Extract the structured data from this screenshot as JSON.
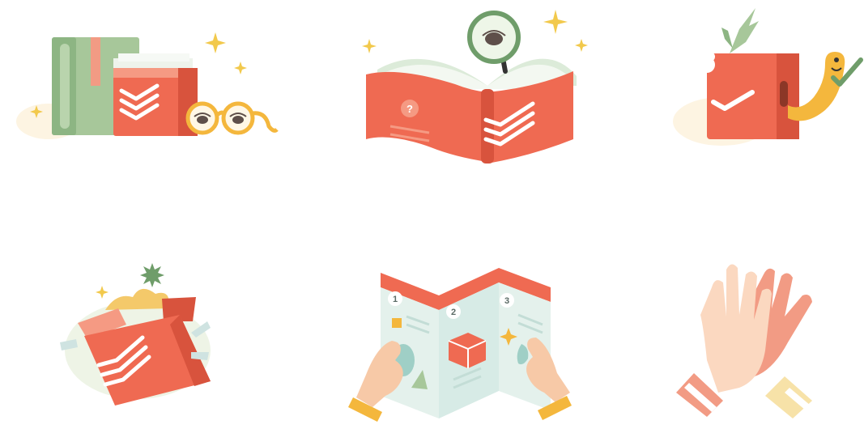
{
  "colors": {
    "red": "#ef6a52",
    "red_dark": "#d8533d",
    "red_light": "#f59a83",
    "green": "#a7c79a",
    "green_dark": "#6f9d6a",
    "gold": "#f4b73d",
    "skin": "#f7c9a7",
    "paper": "#e9f4ee",
    "sparkle": "#f2c94c"
  },
  "illustrations": [
    {
      "name": "books-and-glasses",
      "icon": "books-glasses-icon"
    },
    {
      "name": "open-book-with-magnifier",
      "icon": "open-book-magnifier-icon"
    },
    {
      "name": "apple-with-worm",
      "icon": "apple-worm-icon"
    },
    {
      "name": "opening-box",
      "icon": "gift-box-icon"
    },
    {
      "name": "folded-map",
      "icon": "map-guide-icon"
    },
    {
      "name": "high-five",
      "icon": "high-five-icon"
    }
  ],
  "map_steps": [
    "1",
    "2",
    "3"
  ],
  "book_cover_mark": "?"
}
